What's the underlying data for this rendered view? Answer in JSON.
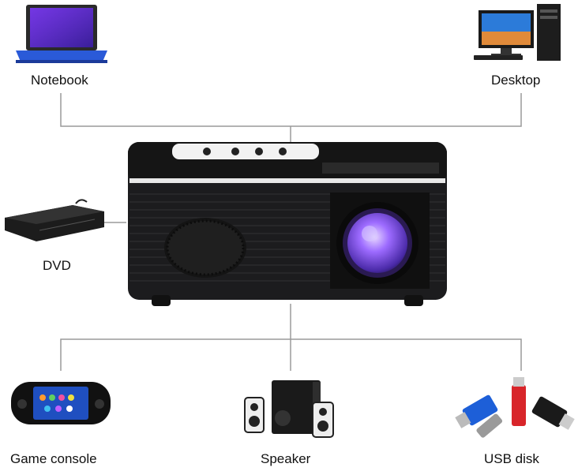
{
  "devices": {
    "notebook": {
      "label": "Notebook",
      "icon": "laptop-icon"
    },
    "desktop": {
      "label": "Desktop",
      "icon": "desktop-computer-icon"
    },
    "dvd": {
      "label": "DVD",
      "icon": "dvd-player-icon"
    },
    "game_console": {
      "label": "Game console",
      "icon": "handheld-game-console-icon"
    },
    "speaker": {
      "label": "Speaker",
      "icon": "speaker-set-icon"
    },
    "usb": {
      "label": "USB disk",
      "icon": "usb-flash-drives-icon"
    }
  },
  "center": {
    "icon": "mini-projector-icon"
  },
  "colors": {
    "connector": "#9a9a9a",
    "projector_body": "#1c1c1e",
    "lens_glow": "#8a4dff"
  }
}
